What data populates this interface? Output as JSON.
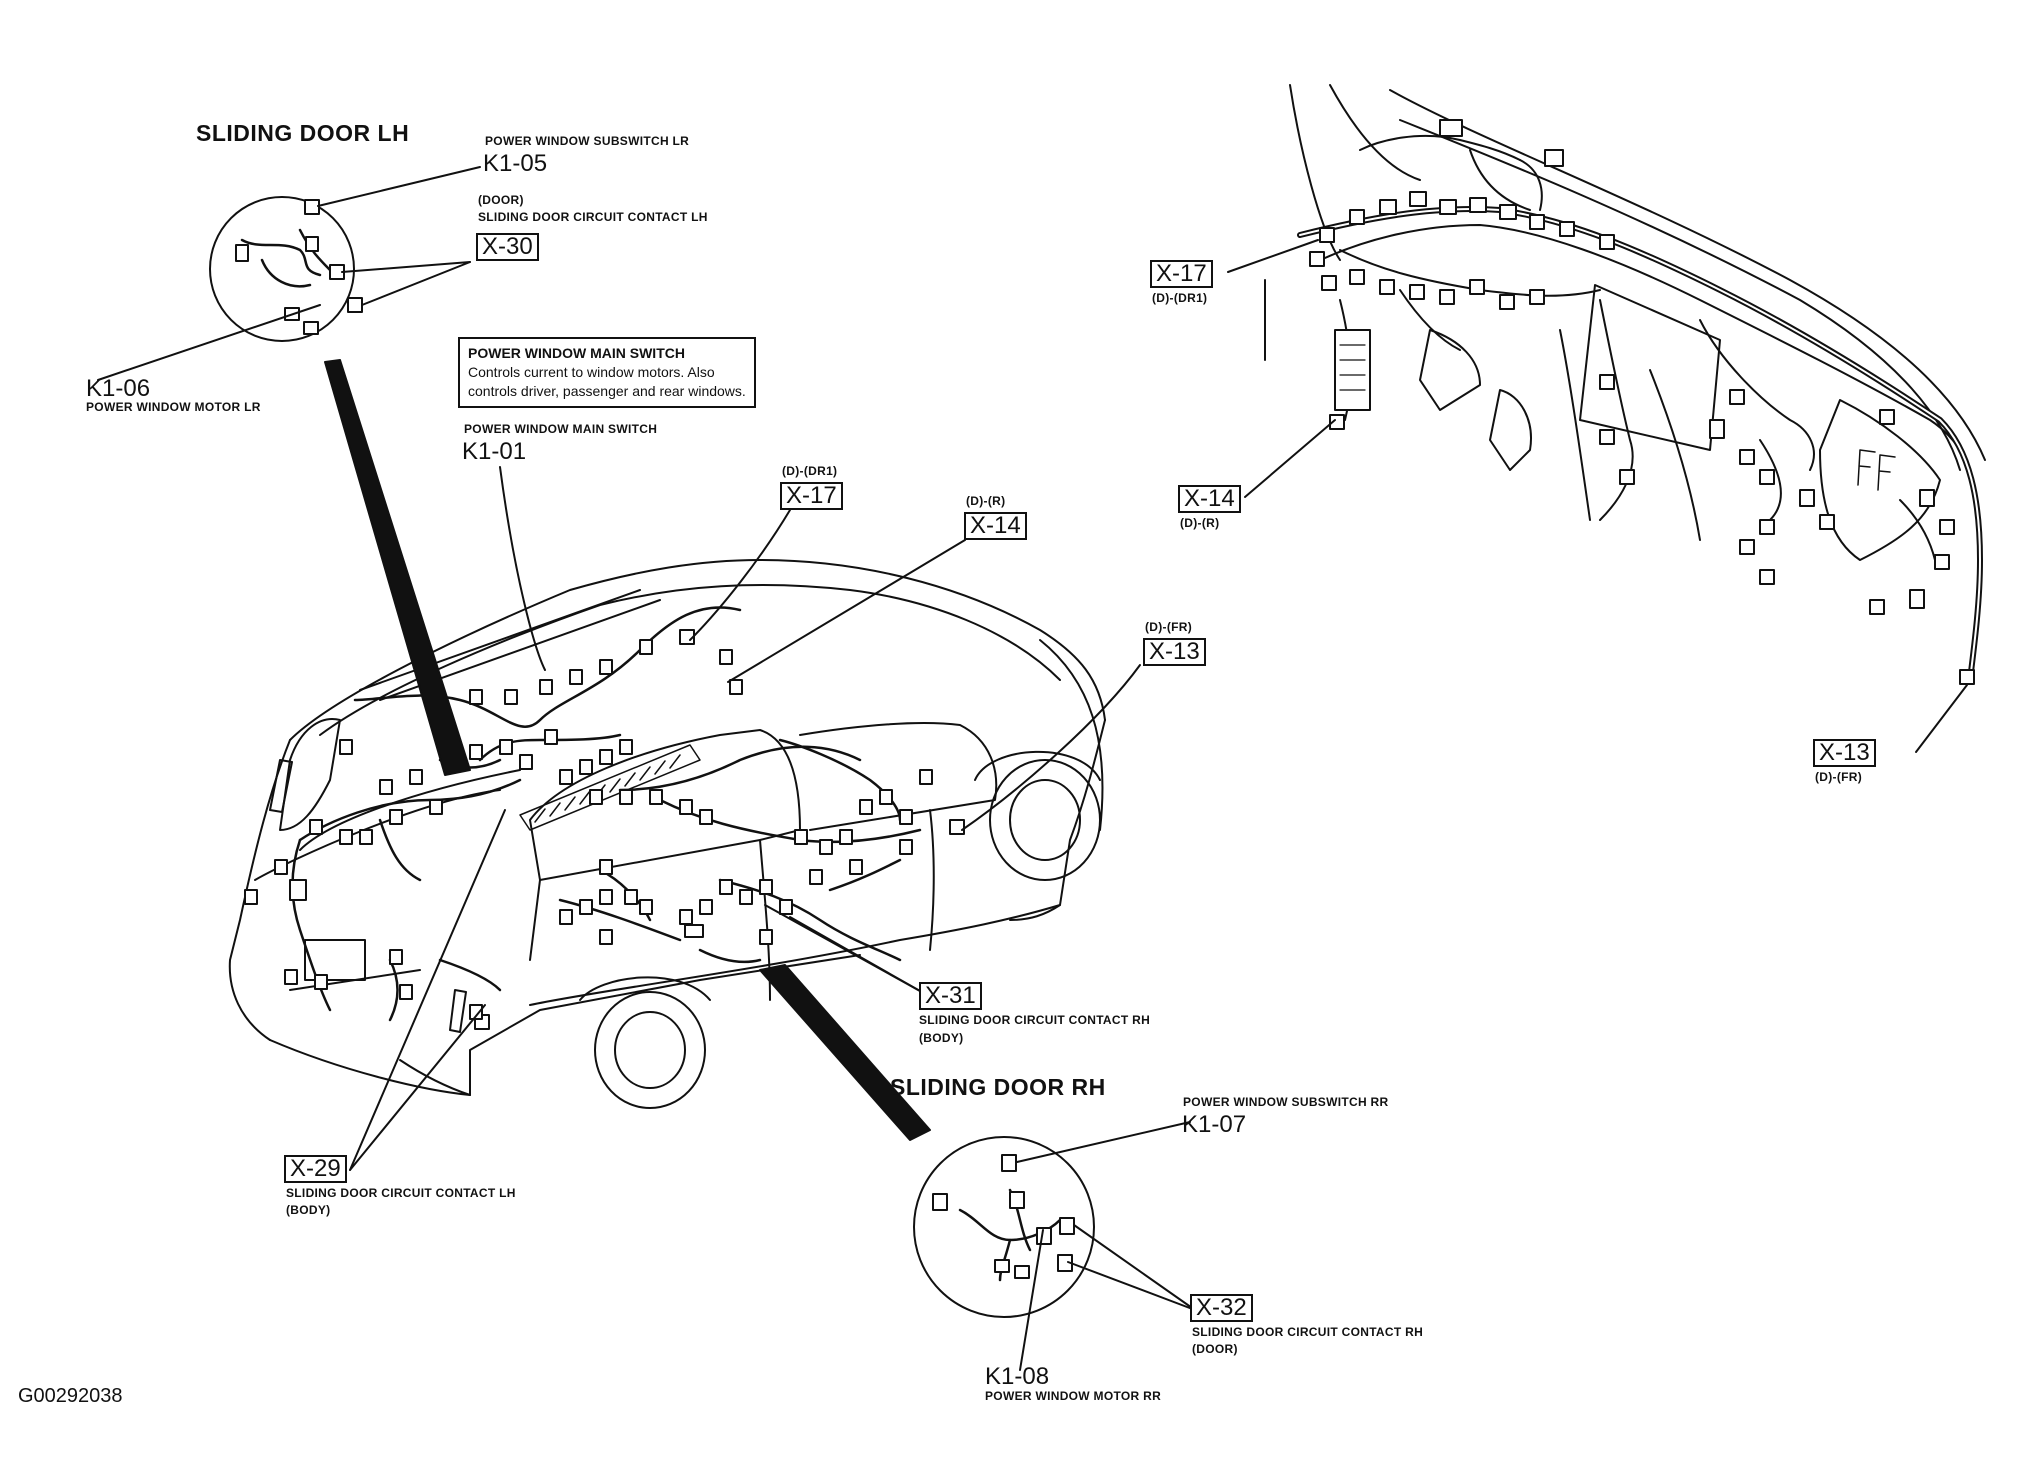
{
  "figure_id": "G00292038",
  "sliding_door_lh": {
    "heading": "SLIDING DOOR LH",
    "k1_05": {
      "desc": "POWER WINDOW SUBSWITCH LR",
      "code": "K1-05"
    },
    "x_30": {
      "desc1": "(DOOR)",
      "desc2": "SLIDING DOOR CIRCUIT CONTACT LH",
      "code": "X-30"
    },
    "k1_06": {
      "code": "K1-06",
      "desc": "POWER WINDOW MOTOR LR"
    }
  },
  "main_switch_note": {
    "title": "POWER WINDOW MAIN SWITCH",
    "line1": "Controls current to window motors. Also",
    "line2": "controls driver, passenger and rear windows."
  },
  "k1_01": {
    "desc": "POWER WINDOW MAIN SWITCH",
    "code": "K1-01"
  },
  "body_x_17": {
    "sub": "(D)-(DR1)",
    "code": "X-17"
  },
  "body_x_14": {
    "sub": "(D)-(R)",
    "code": "X-14"
  },
  "body_x_13": {
    "sub": "(D)-(FR)",
    "code": "X-13"
  },
  "x_31": {
    "code": "X-31",
    "desc1": "SLIDING DOOR CIRCUIT CONTACT RH",
    "desc2": "(BODY)"
  },
  "x_29": {
    "code": "X-29",
    "desc1": "SLIDING DOOR CIRCUIT CONTACT LH",
    "desc2": "(BODY)"
  },
  "sliding_door_rh": {
    "heading": "SLIDING DOOR RH",
    "k1_07": {
      "desc": "POWER WINDOW SUBSWITCH RR",
      "code": "K1-07"
    },
    "x_32": {
      "code": "X-32",
      "desc1": "SLIDING DOOR CIRCUIT CONTACT RH",
      "desc2": "(DOOR)"
    },
    "k1_08": {
      "code": "K1-08",
      "desc": "POWER WINDOW MOTOR RR"
    }
  },
  "dash_x_17": {
    "code": "X-17",
    "sub": "(D)-(DR1)"
  },
  "dash_x_14": {
    "code": "X-14",
    "sub": "(D)-(R)"
  },
  "dash_x_13": {
    "code": "X-13",
    "sub": "(D)-(FR)"
  }
}
